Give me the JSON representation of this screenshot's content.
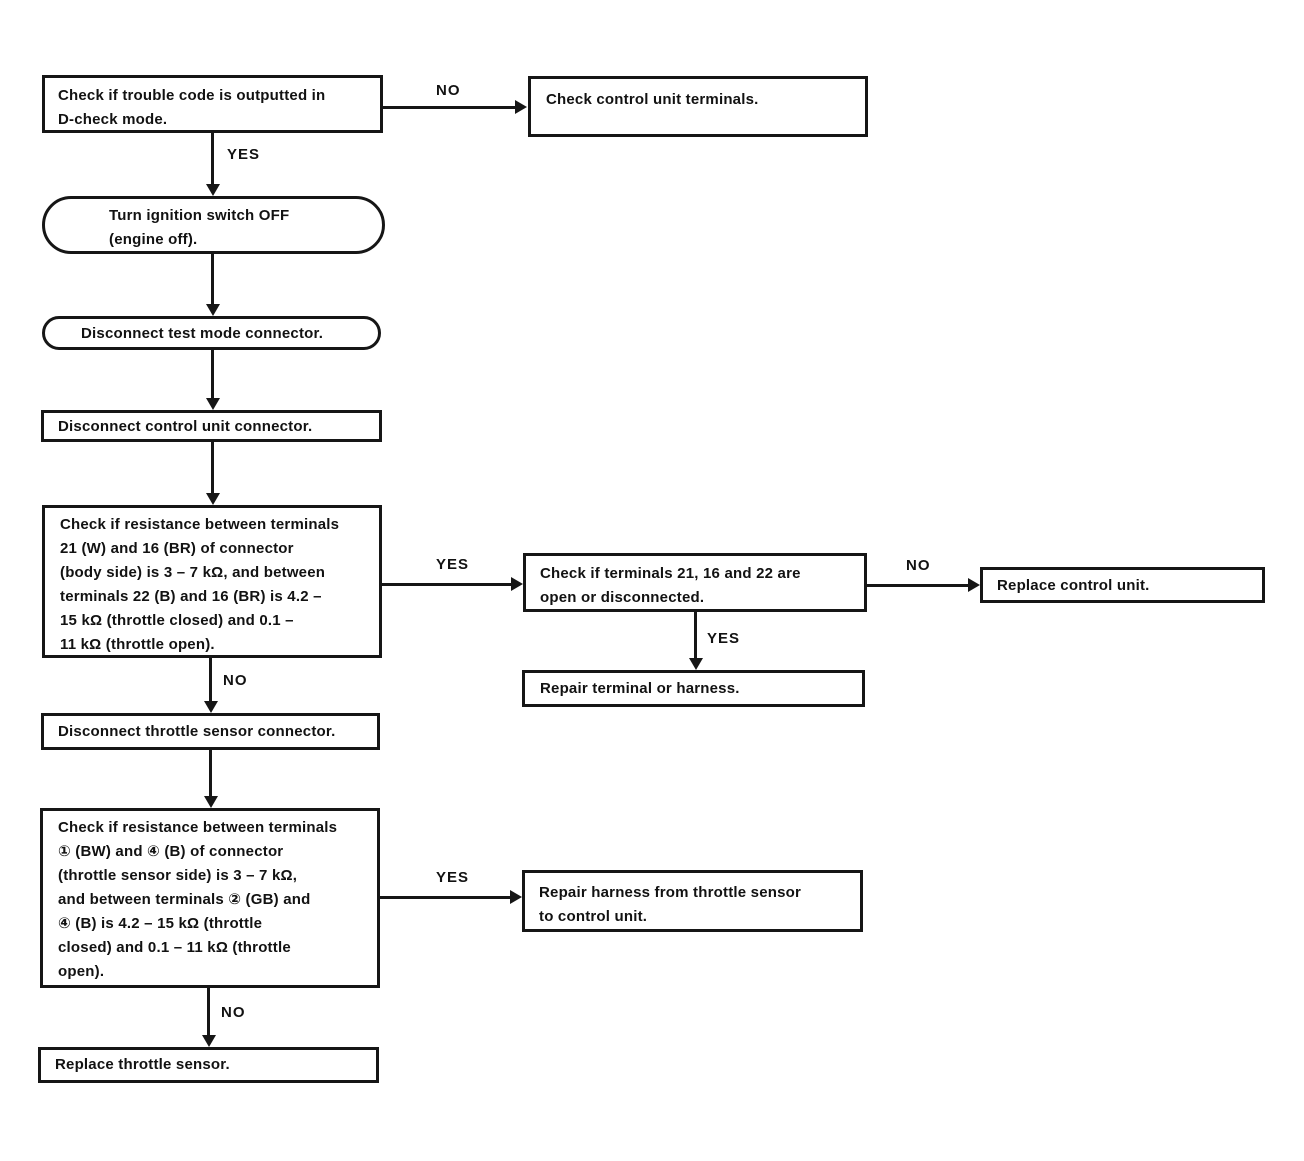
{
  "page": {
    "background_color": "#ffffff",
    "ink_color": "#161616",
    "description": "Troubleshooting flowchart for throttle sensor trouble code diagnosis"
  },
  "flowchart": {
    "nodes": {
      "check_trouble_code": "Check if trouble code is outputted in\nD-check mode.",
      "check_control_unit_terminals": "Check control unit terminals.",
      "turn_ignition_off": "Turn ignition switch OFF\n(engine off).",
      "disconnect_test_mode_connector": "Disconnect test mode connector.",
      "disconnect_control_unit_connector": "Disconnect control unit connector.",
      "check_resistance_body_side": "Check if resistance between terminals\n21 (W) and 16 (BR) of connector\n(body side) is 3 – 7 kΩ, and between\nterminals 22 (B) and 16 (BR) is 4.2 –\n15 kΩ (throttle closed) and 0.1 –\n11 kΩ (throttle open).",
      "check_terminals_open": "Check if terminals 21, 16 and 22 are\nopen or disconnected.",
      "replace_control_unit": "Replace control unit.",
      "repair_terminal_or_harness": "Repair terminal or harness.",
      "disconnect_throttle_sensor_connector": "Disconnect throttle sensor connector.",
      "check_resistance_sensor_side": "Check if resistance between terminals\n① (BW) and ④ (B) of connector\n(throttle sensor side) is 3 – 7 kΩ,\nand between terminals ② (GB) and\n④ (B) is 4.2 – 15 kΩ (throttle\nclosed) and 0.1 – 11 kΩ (throttle\nopen).",
      "repair_harness_throttle_to_control": "Repair harness from throttle sensor\nto control unit.",
      "replace_throttle_sensor": "Replace throttle sensor."
    },
    "edge_labels": {
      "no_trouble_code": "NO",
      "yes_trouble_code": "YES",
      "yes_body_resistance": "YES",
      "no_terminals_open": "NO",
      "yes_terminals_open": "YES",
      "no_body_resistance": "NO",
      "yes_sensor_resistance": "YES",
      "no_sensor_resistance": "NO"
    }
  }
}
